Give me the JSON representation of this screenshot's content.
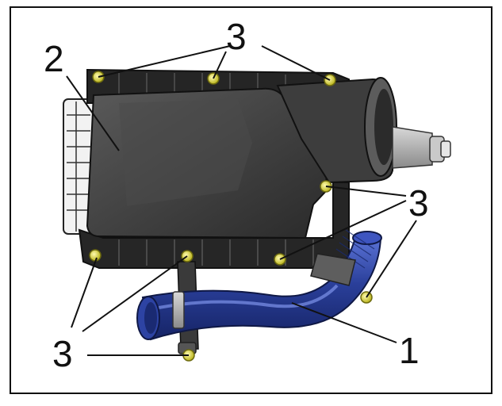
{
  "figure": {
    "callouts": {
      "hose": "1",
      "housing": "2",
      "screws_top": "3",
      "screws_right": "3",
      "screws_bottom_left": "3"
    }
  },
  "colors": {
    "housing_dark": "#3b3b3b",
    "frame_black": "#1e1e1e",
    "hose_blue": "#2a3f9a",
    "hose_highlight": "#5b73d6",
    "clamp_gray": "#6e6e6e",
    "screw_yellow": "#e8e233",
    "leader_line": "#111111"
  }
}
